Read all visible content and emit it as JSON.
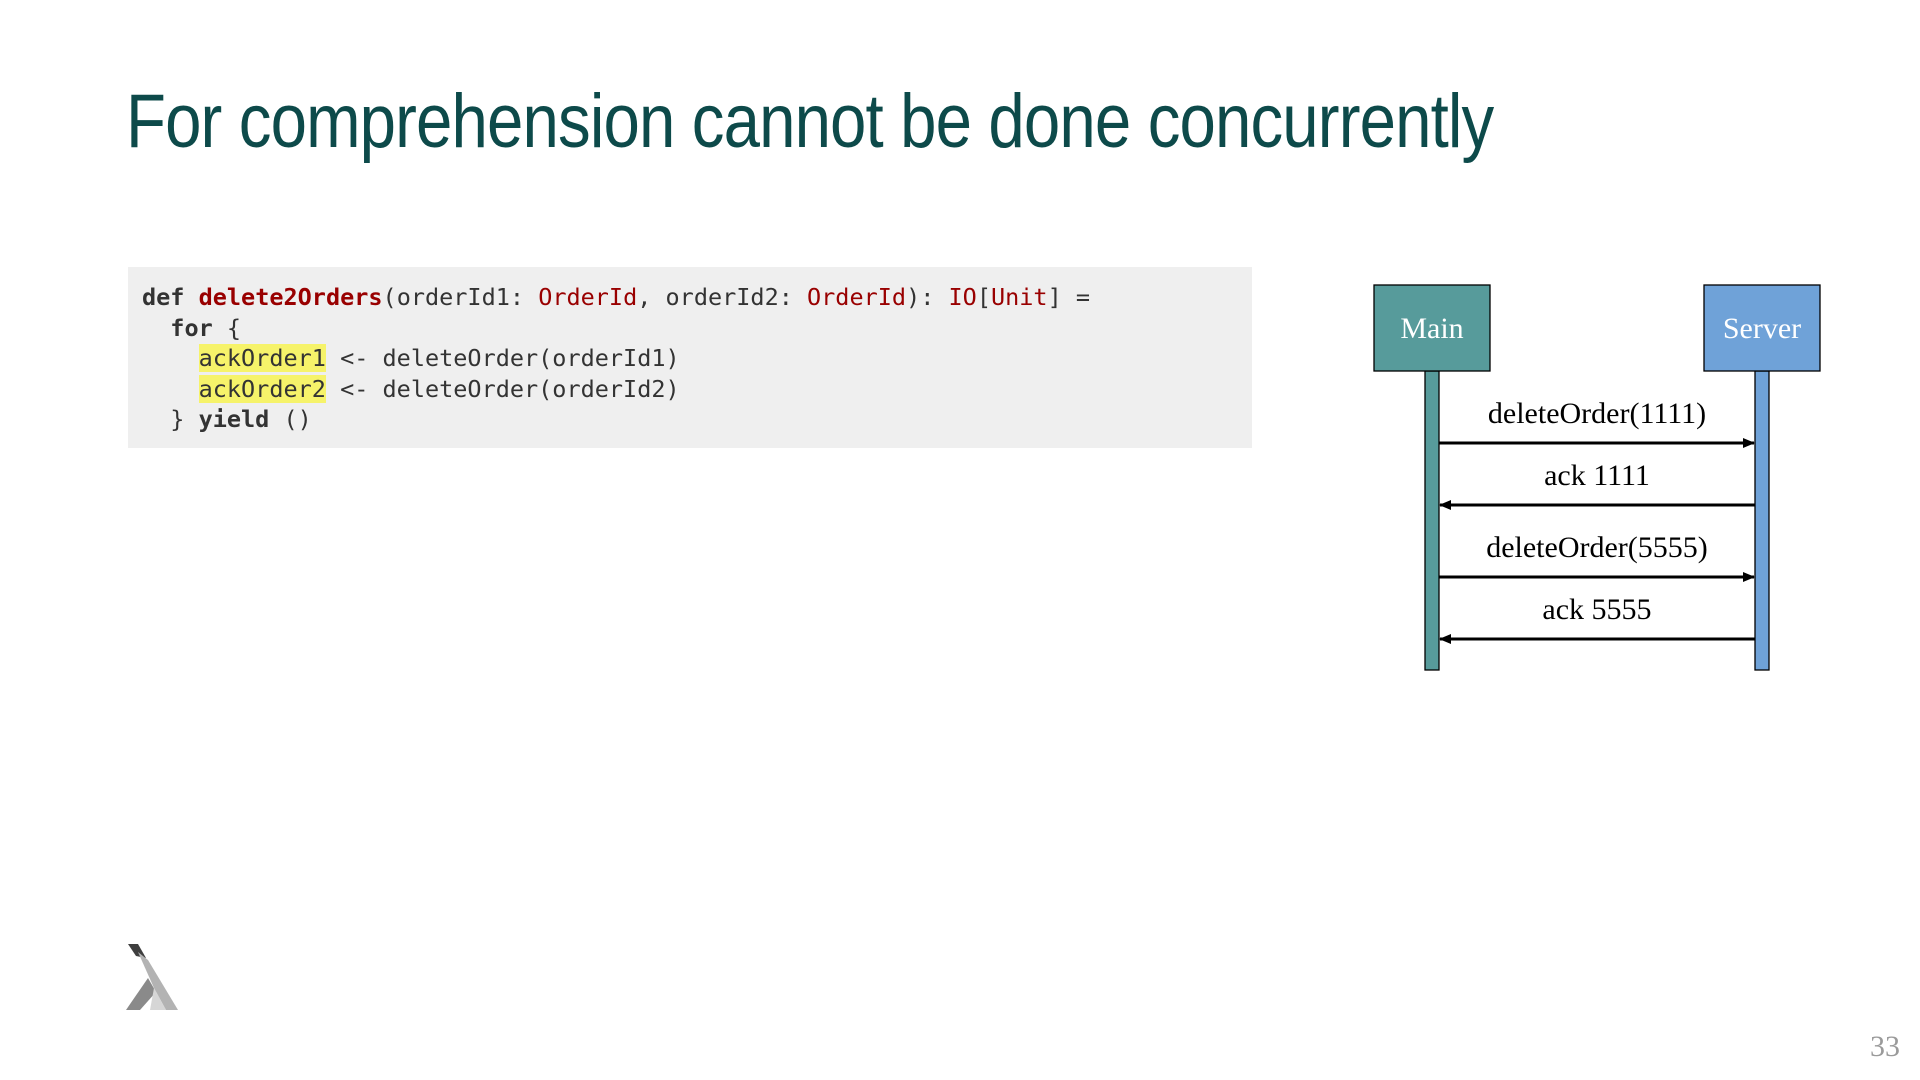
{
  "slide": {
    "title": "For comprehension cannot be done concurrently",
    "page_number": "33"
  },
  "code": {
    "line1": {
      "def": "def",
      "space1": " ",
      "fn_name": "delete2Orders",
      "open": "(orderId1: ",
      "type1": "OrderId",
      "mid": ", orderId2: ",
      "type2": "OrderId",
      "close": "): ",
      "ret1": "IO",
      "bracket_open": "[",
      "ret2": "Unit",
      "tail": "] ="
    },
    "line2": {
      "indent": "  ",
      "for": "for",
      "rest": " {"
    },
    "line3": {
      "indent": "    ",
      "var": "ackOrder1",
      "rest": " <- deleteOrder(orderId1)"
    },
    "line4": {
      "indent": "    ",
      "var": "ackOrder2",
      "rest": " <- deleteOrder(orderId2)"
    },
    "line5": {
      "start": "  } ",
      "yield": "yield",
      "rest": " ()"
    }
  },
  "sequence_diagram": {
    "participants": [
      {
        "name": "Main",
        "color": "#579b9b"
      },
      {
        "name": "Server",
        "color": "#6fa2d8"
      }
    ],
    "messages": [
      {
        "label": "deleteOrder(1111)",
        "direction": "request"
      },
      {
        "label": "ack 1111",
        "direction": "response"
      },
      {
        "label": "deleteOrder(5555)",
        "direction": "request"
      },
      {
        "label": "ack 5555",
        "direction": "response"
      }
    ]
  }
}
